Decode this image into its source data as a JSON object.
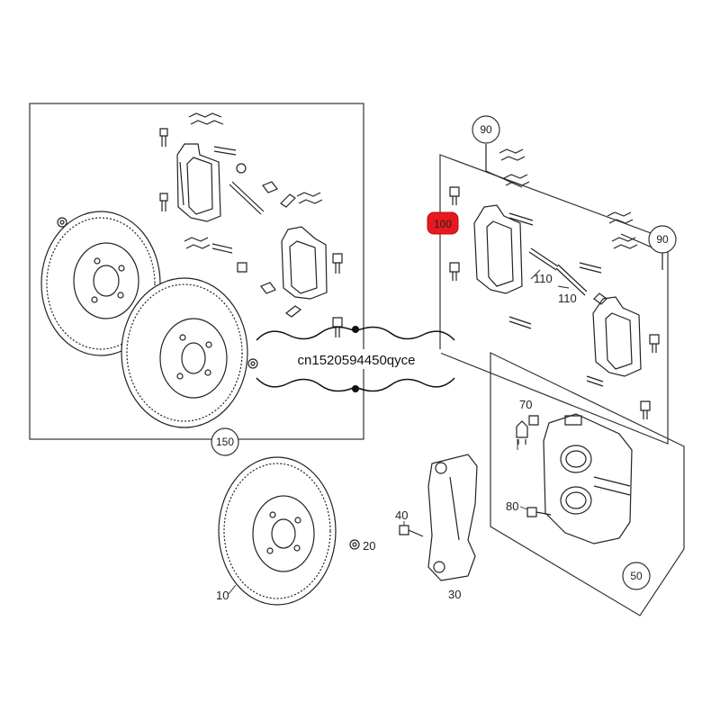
{
  "labels": {
    "l10": "10",
    "l20": "20",
    "l30": "30",
    "l40": "40",
    "l50": "50",
    "l70": "70",
    "l80": "80",
    "l90a": "90",
    "l90b": "90",
    "l100": "100",
    "l110a": "110",
    "l110b": "110",
    "l150": "150"
  },
  "highlight_color": "#e8191e",
  "watermark": {
    "text": "cn1520594450qyce"
  }
}
